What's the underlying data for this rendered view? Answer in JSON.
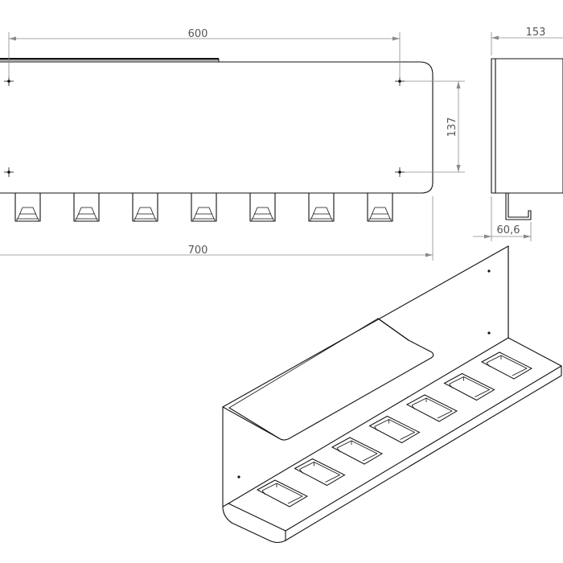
{
  "dimensions": {
    "front_width_holes": "600",
    "side_depth": "153",
    "hole_vertical_spacing": "137",
    "overall_width": "700",
    "bracket_offset": "60,6"
  },
  "front_view": {
    "hook_count": 7
  },
  "iso_view": {
    "slot_count": 7
  }
}
